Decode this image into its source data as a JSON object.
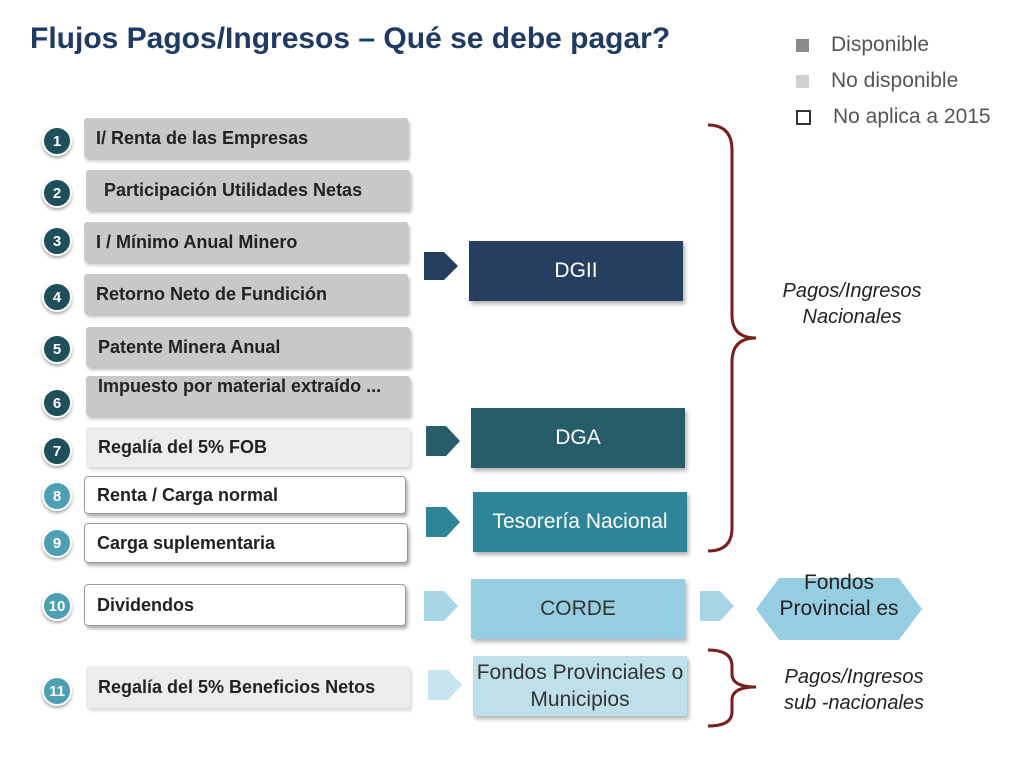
{
  "title": "Flujos Pagos/Ingresos – Qué se debe pagar?",
  "legend": [
    {
      "label": "Disponible",
      "color": "#8a8a8a"
    },
    {
      "label": "No disponible",
      "color": "#d0d0d0"
    },
    {
      "label": "No aplica a 2015",
      "color": "#ffffff"
    }
  ],
  "items": [
    {
      "num": "1",
      "label": "I/ Renta de las Empresas"
    },
    {
      "num": "2",
      "label": "Participación  Utilidades Netas"
    },
    {
      "num": "3",
      "label": "I / Mínimo Anual Minero"
    },
    {
      "num": "4",
      "label": "Retorno Neto de Fundición"
    },
    {
      "num": "5",
      "label": "Patente Minera Anual"
    },
    {
      "num": "6",
      "label": "Impuesto por material extraído ..."
    },
    {
      "num": "7",
      "label": "Regalía del 5% FOB"
    },
    {
      "num": "8",
      "label": "Renta / Carga normal"
    },
    {
      "num": "9",
      "label": "Carga suplementaria"
    },
    {
      "num": "10",
      "label": "Dividendos"
    },
    {
      "num": "11",
      "label": "Regalía del 5%  Beneficios Netos"
    }
  ],
  "agencies": {
    "dgii": "DGII",
    "dga": "DGA",
    "tesoreria": "Tesorería Nacional",
    "corde": "CORDE",
    "fondos_municipios": "Fondos Provinciales o Municipios",
    "fondos_provinciales": "Fondos Provincial es"
  },
  "captions": {
    "nacionales": "Pagos/Ingresos Nacionales",
    "subnacionales": "Pagos/Ingresos sub -nacionales"
  },
  "colors": {
    "title": "#1f3b63",
    "dgii": "#263f60",
    "dga": "#275c69",
    "tesoreria": "#2e8499",
    "corde": "#96cde0",
    "fondos_municipios": "#bde0ea",
    "fondos_provinciales": "#96cde0",
    "bracket": "#7a1f1f",
    "number_dark": "#1f4f5a",
    "number_light": "#4d9fb3"
  }
}
